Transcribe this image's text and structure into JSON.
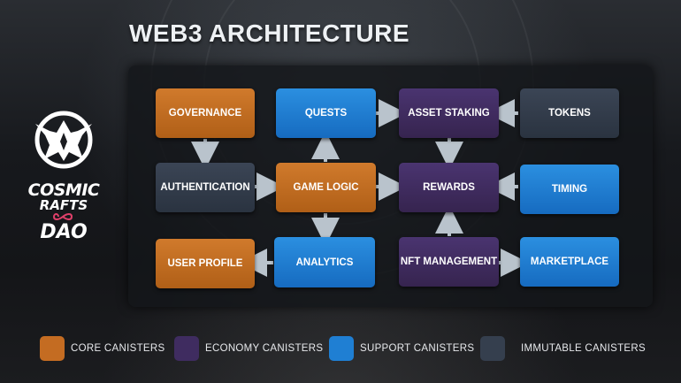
{
  "title": "WEB3 ARCHITECTURE",
  "logo": {
    "line1": "COSMIC",
    "line2": "RAFTS",
    "line3": "DAO",
    "emblem_icon": "cosmic-rafts-emblem-icon",
    "infinity_icon": "infinity-icon"
  },
  "nodes": {
    "governance": "GOVERNANCE",
    "quests": "QUESTS",
    "asset_staking": "ASSET STAKING",
    "tokens": "TOKENS",
    "authentication": "AUTHENTICATION",
    "game_logic": "GAME LOGIC",
    "rewards": "REWARDS",
    "timing": "TIMING",
    "user_profile": "USER PROFILE",
    "analytics": "ANALYTICS",
    "nft_management": "NFT MANAGEMENT",
    "marketplace": "MARKETPLACE"
  },
  "legend": [
    {
      "label": "CORE CANISTERS",
      "color": "#c46c22"
    },
    {
      "label": "ECONOMY CANISTERS",
      "color": "#3f2c60"
    },
    {
      "label": "SUPPORT CANISTERS",
      "color": "#1f7fd3"
    },
    {
      "label": "IMMUTABLE CANISTERS",
      "color": "#353f4e"
    }
  ],
  "colors": {
    "core": "#c46c22",
    "economy": "#3f2c60",
    "support": "#1f7fd3",
    "immutable": "#353f4e",
    "arrow": "#b9c3cc"
  }
}
